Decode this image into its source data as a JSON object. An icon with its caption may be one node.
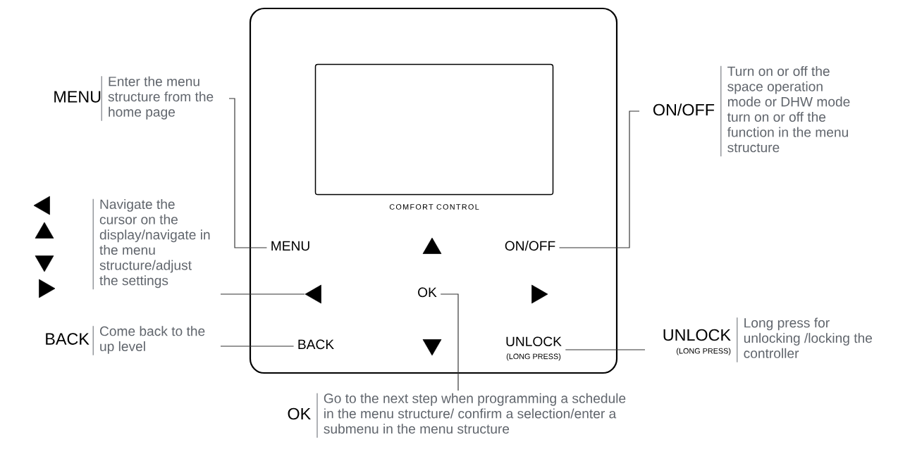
{
  "diagram": {
    "nodes": [
      {
        "text": [],
        "shape": "box"
      },
      {
        "text": [],
        "shape": "box",
        "in": 0,
        "beside": [
          "COMFORT CONTROL"
        ]
      },
      {
        "text": [
          "MENU"
        ],
        "in": 0
      },
      {
        "text": [],
        "shape": "triangle",
        "in": 0
      },
      {
        "text": [
          "ON/OFF"
        ],
        "in": 0
      },
      {
        "text": [],
        "shape": "triangle",
        "in": 0
      },
      {
        "text": [
          "OK"
        ],
        "in": 0
      },
      {
        "text": [],
        "shape": "triangle",
        "in": 0
      },
      {
        "text": [
          "BACK"
        ],
        "in": 0
      },
      {
        "text": [],
        "shape": "triangle",
        "in": 0
      },
      {
        "text": [
          "UNLOCK",
          "(LONG PRESS)"
        ],
        "in": 0
      },
      {
        "text": [
          "MENU",
          "Enter the menu structure from the home page"
        ]
      },
      {
        "text": [
          "Navigate the cursor on the display/navigate in the menu structure/adjust the settings"
        ]
      },
      {
        "text": [
          "BACK",
          "Come back to the up level"
        ]
      },
      {
        "text": [
          "ON/OFF",
          "Turn on or off the space operation mode or DHW mode turn on or off the function in the menu structure"
        ]
      },
      {
        "text": [
          "UNLOCK",
          "(LONG PRESS)",
          "Long press for unlocking /locking the controller"
        ]
      },
      {
        "text": [
          "OK",
          "Go to the next step when programming a schedule in the menu structure/ confirm a selection/enter a submenu in the menu structure"
        ]
      }
    ],
    "edges": [
      {
        "from": 2,
        "to": 11,
        "arrow": "none"
      },
      {
        "from": 5,
        "to": 12,
        "arrow": "none"
      },
      {
        "from": 8,
        "to": 13,
        "arrow": "none"
      },
      {
        "from": 4,
        "to": 14,
        "arrow": "none"
      },
      {
        "from": 10,
        "to": 15,
        "arrow": "none"
      },
      {
        "from": 6,
        "to": 16,
        "arrow": "none"
      }
    ]
  }
}
